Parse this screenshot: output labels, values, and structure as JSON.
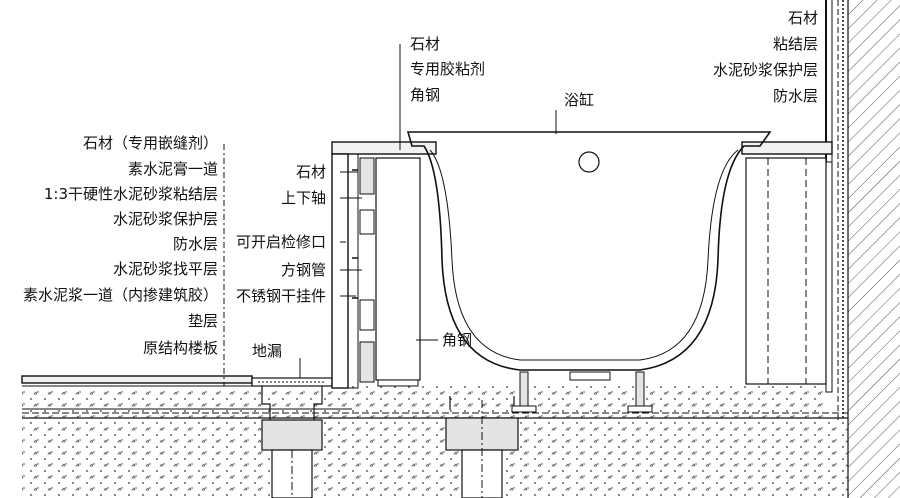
{
  "labels": {
    "left_layers": [
      "石材（专用嵌缝剂）",
      "素水泥膏一道",
      "1:3干硬性水泥砂浆粘结层",
      "水泥砂浆保护层",
      "防水层",
      "水泥砂浆找平层",
      "素水泥浆一道（内掺建筑胶）",
      "垫层",
      "原结构楼板"
    ],
    "apron_top": [
      "石材",
      "专用胶粘剂",
      "角钢"
    ],
    "apron_mid": [
      "石材",
      "上下轴",
      "可开启检修口",
      "方钢管",
      "不锈钢干挂件"
    ],
    "floor_drain": "地漏",
    "bathtub": "浴缸",
    "angle_steel": "角钢",
    "wall_layers": [
      "石材",
      "粘结层",
      "水泥砂浆保护层",
      "防水层"
    ]
  },
  "colors": {
    "ink": "#111111",
    "fill_light": "#f2f2f2",
    "hatch": "#555555"
  }
}
